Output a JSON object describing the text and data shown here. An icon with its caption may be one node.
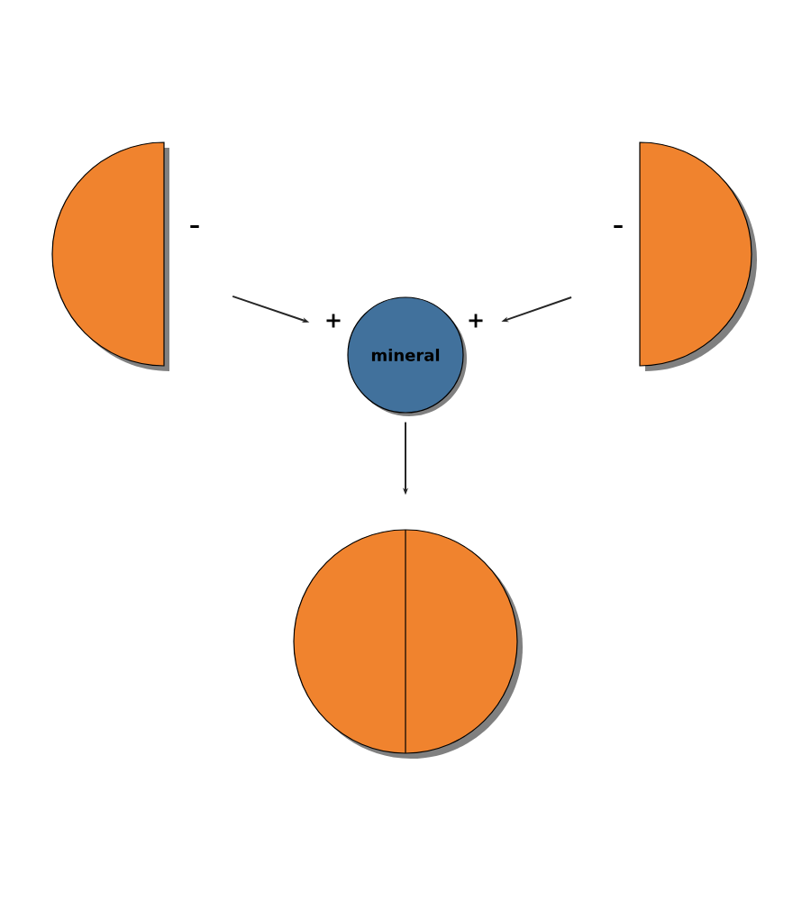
{
  "diagram": {
    "nodes": [
      {
        "text": [],
        "shape": "semicircle"
      },
      {
        "text": [
          "mineral"
        ]
      },
      {
        "text": [],
        "shape": "semicircle"
      },
      {
        "text": [],
        "shape": "circle"
      }
    ],
    "edges": [
      {
        "from": 0,
        "to": 1,
        "arrow": "to"
      },
      {
        "from": 2,
        "to": 1,
        "arrow": "to"
      },
      {
        "from": 1,
        "to": 3,
        "arrow": "to"
      }
    ],
    "labels": [
      "–",
      "–",
      "+",
      "+"
    ]
  }
}
